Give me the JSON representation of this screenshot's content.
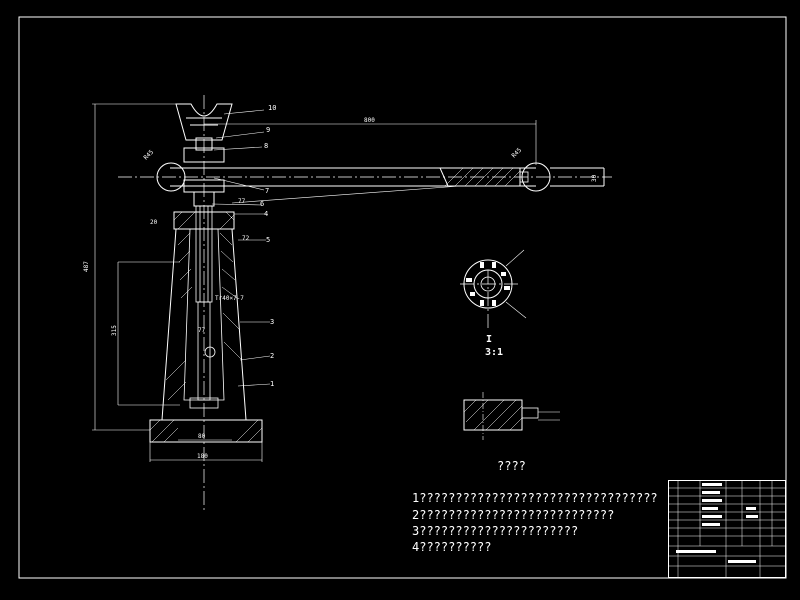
{
  "callouts": [
    "1",
    "2",
    "3",
    "4",
    "5",
    "6",
    "7",
    "8",
    "9",
    "10"
  ],
  "dimensions": {
    "total_height": "487",
    "arm_length": "800",
    "shaft_dia": "77",
    "collar_h": "20",
    "flange": "72",
    "thread": "Tr40×7-7",
    "body_height": "315",
    "base_bore": "80",
    "base_width": "180",
    "pin": "77",
    "arm_end": "30",
    "sphere_left": "R45",
    "sphere_right": "R45"
  },
  "section_label": "I",
  "section_scale": "3:1",
  "detail_caption": "????",
  "notes": [
    "1?????????????????????????????????",
    "2???????????????????????????",
    "3??????????????????????",
    "4??????????"
  ]
}
